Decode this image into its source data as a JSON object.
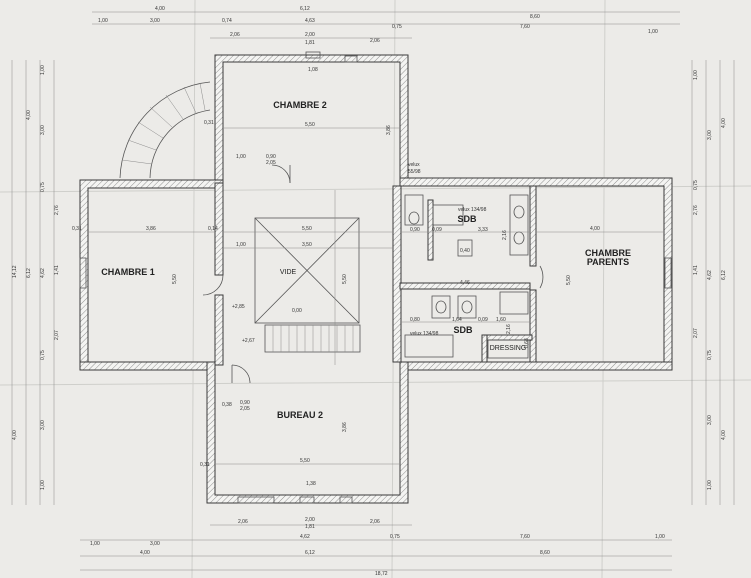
{
  "rooms": {
    "chambre2": "CHAMBRE 2",
    "chambre1": "CHAMBRE 1",
    "vide": "VIDE",
    "sdb_top": "SDB",
    "sdb_bottom": "SDB",
    "chambre_parents_1": "CHAMBRE",
    "chambre_parents_2": "PARENTS",
    "bureau2": "BUREAU 2",
    "dressing": "DRESSING"
  },
  "notes": {
    "velux_top": "velux",
    "velux_top_size": "55/98",
    "velux_sdb_top": "velux 134/98",
    "velux_sdb_bottom": "velux 134/98",
    "level_1": "+2,85",
    "level_2": "+2,67"
  },
  "dims_top": {
    "r1": [
      "4,00",
      "6,12"
    ],
    "r2": [
      "1,00",
      "3,00",
      "0,74",
      "4,63",
      "0,75",
      "7,60",
      "1,00"
    ],
    "r3": [
      "2,06",
      "2,00",
      "1,81",
      "2,06"
    ],
    "right_total": "8,60"
  },
  "dims_bottom": {
    "r1": [
      "2,06",
      "2,00",
      "1,81",
      "2,06"
    ],
    "r2": [
      "1,00",
      "3,00",
      "4,62",
      "0,75",
      "7,60",
      "1,00"
    ],
    "r3": [
      "4,00",
      "6,12",
      "8,60"
    ],
    "total": "18,72"
  },
  "dims_left": [
    "1,00",
    "4,00",
    "3,00",
    "0,75",
    "2,76",
    "14,12",
    "6,12",
    "4,62",
    "1,41",
    "2,07",
    "0,75",
    "4,00",
    "3,00",
    "1,00"
  ],
  "dims_right": [
    "1,00",
    "4,00",
    "3,00",
    "0,75",
    "2,76",
    "6,12",
    "4,62",
    "1,41",
    "2,07",
    "0,75",
    "3,00",
    "4,00",
    "1,00"
  ],
  "dims_interior": {
    "ch2_width": "5,50",
    "ch2_height": "3,86",
    "ch2_a": "0,31",
    "ch2_b": "0,90",
    "ch2_c": "2,05",
    "ch2_d": "1,00",
    "ch2_e": "1,08",
    "ch1_width": "3,86",
    "ch1_height": "5,50",
    "ch1_a": "0,31",
    "ch1_b": "0,14",
    "vide_a": "5,50",
    "vide_b": "3,50",
    "vide_c": "1,00",
    "vide_d": "0,00",
    "vide_e": "5,50",
    "sdb_a": "0,90",
    "sdb_b": "0,09",
    "sdb_c": "3,33",
    "sdb_d": "2,16",
    "sdb_e": "0,40",
    "mid": "4,46",
    "sdb2_a": "0,80",
    "sdb2_b": "1,64",
    "sdb2_c": "0,09",
    "sdb2_d": "1,60",
    "sdb2_e": "2,16",
    "sdb2_f": "0,68",
    "cp_a": "4,00",
    "cp_b": "5,50",
    "bu_width": "5,50",
    "bu_height": "3,86",
    "bu_a": "0,38",
    "bu_b": "0,90",
    "bu_c": "2,05",
    "bu_d": "1,38",
    "bu_e": "0,31"
  }
}
